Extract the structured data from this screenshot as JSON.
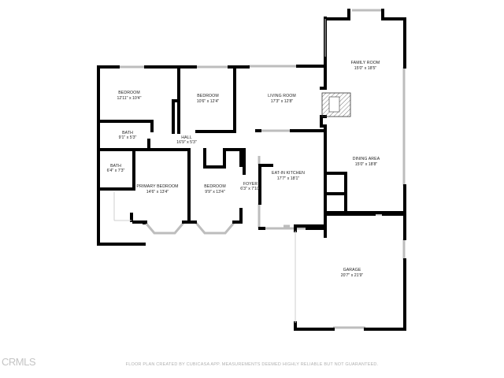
{
  "rooms": {
    "bedroom1": {
      "name": "BEDROOM",
      "dim": "12'11\" x 10'4\""
    },
    "bedroom2": {
      "name": "BEDROOM",
      "dim": "10'6\" x 12'4\""
    },
    "living_room": {
      "name": "LIVING ROOM",
      "dim": "17'3\" x 12'8\""
    },
    "family_room": {
      "name": "FAMILY ROOM",
      "dim": "15'0\" x 18'5\""
    },
    "bath1": {
      "name": "BATH",
      "dim": "9'1\" x 5'3\""
    },
    "hall": {
      "name": "HALL",
      "dim": "16'9\" x 5'3\""
    },
    "bath2": {
      "name": "BATH",
      "dim": "6'4\" x 7'3\""
    },
    "primary_bedroom": {
      "name": "PRIMARY BEDROOM",
      "dim": "14'6\" x 13'4\""
    },
    "bedroom3": {
      "name": "BEDROOM",
      "dim": "9'9\" x 13'4\""
    },
    "foyer": {
      "name": "FOYER",
      "dim": "6'3\" x 7'10\""
    },
    "kitchen": {
      "name": "EAT-IN KITCHEN",
      "dim": "17'7\" x 18'1\""
    },
    "dining_area": {
      "name": "DINING AREA",
      "dim": "15'0\" x 18'8\""
    },
    "garage": {
      "name": "GARAGE",
      "dim": "20'7\" x 21'9\""
    }
  },
  "watermark": "CRMLS",
  "disclaimer": "FLOOR PLAN CREATED BY CUBICASA APP. MEASUREMENTS DEEMED HIGHLY RELIABLE BUT NOT GUARANTEED.",
  "colors": {
    "wall": "#000000",
    "window": "#bdbdbd",
    "text": "#222222",
    "footer_text": "#b0b0b0"
  }
}
